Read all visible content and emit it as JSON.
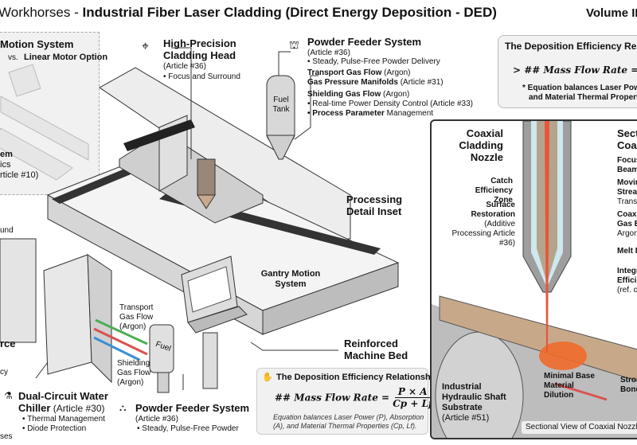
{
  "header": {
    "title_prefix": "Workhorses - ",
    "title_main": "Industrial Fiber Laser Cladding (Direct Energy Deposition - DED)",
    "volume": "Volume II:"
  },
  "left_inset": {
    "title": "Motion System",
    "vs": "vs.",
    "option": "Linear Motor Option",
    "frag1": "em",
    "frag2": "ics",
    "frag3": "rticle #10)"
  },
  "cladding_head": {
    "title_line1": "High-Precision",
    "title_line2": "Cladding Head",
    "article": "(Article #36)",
    "bullet": "• Focus and Surround"
  },
  "powder_feeder_top": {
    "title": "Powder Feeder System",
    "article": "(Article #36)",
    "bullet": "• Steady, Pulse-Free Powder Delivery",
    "transport_bold": "Transport Gas Flow",
    "transport_rest": " (Argon)",
    "manifold_bold": "Gas Pressure Manifolds",
    "manifold_rest": " (Article #31)",
    "shield_bold": "Shielding Gas Flow",
    "shield_rest": " (Argon)",
    "bullet2": "• Real-time Power Density Control (Article #33)",
    "bullet3_bold": "• Process Parameter",
    "bullet3_rest": " Management"
  },
  "fuel_tank": {
    "line1": "Fuel",
    "line2": "Tank"
  },
  "formula_box_top": {
    "title": "The Deposition Efficiency Relati",
    "formula": "> ## Mass Flow Rate = ",
    "note1": "* Equation balances Laser Power",
    "note2": "and Material Thermal Propertie"
  },
  "machine_labels": {
    "processing_inset": "Processing Detail Inset",
    "gantry": "Gantry Motion System",
    "bed_line1": "Reinforced",
    "bed_line2": "Machine Bed"
  },
  "left_fragments": {
    "a": "und",
    "b": "rce",
    "c": "cy",
    "d": "ses"
  },
  "gas_labels": {
    "transport": "Transport Gas Flow (Argon)",
    "shielding": "Shielding Gas Flow (Argon)"
  },
  "chiller": {
    "title_line1": "Dual-Circuit Water",
    "title_bold2": "Chiller",
    "article": " (Article #30)",
    "bullet1": "• Thermal Management",
    "bullet2": "• Diode Protection"
  },
  "powder_feeder_bottom": {
    "title": "Powder Feeder System",
    "article": "(Article #36)",
    "bullet": "• Steady, Pulse-Free Powder",
    "hopper_label": "Fuel"
  },
  "equation_box": {
    "title": "The Deposition Efficiency Relationship",
    "lhs": "## Mass Flow Rate = ",
    "num": "P × A",
    "den": "Cp + Lf",
    "caption": "Equation balances Laser Power (P), Absorption (A), and Material Thermal Properties (Cp, Lf)."
  },
  "inset": {
    "nozzle": "Coaxial Cladding Nozzle",
    "catch": "Catch Efficiency Zone",
    "surface_bold": "Surface Restoration",
    "surface_rest": "(Additive Processing Article #36)",
    "section": "Secti Coax",
    "focus": "Focuse Beam",
    "moving_bold": "Movin Stream",
    "moving_rest": "Transp",
    "coaxial_bold": "Coaxia Gas Er",
    "coaxial_rest": "Argon,",
    "melt": "Melt P",
    "integ_bold": "Integra Efficie",
    "integ_rest": "(ref. ca",
    "dilution": "Minimal Base Material Dilution",
    "strong": "Stron Bond",
    "substrate_bold": "Industrial Hydraulic Shaft Substrate",
    "substrate_rest": "(Article #51)",
    "caption": "Sectional View of Coaxial Nozzle"
  },
  "colors": {
    "laser": "#e8553a",
    "melt": "#f06a2a",
    "gas_green": "#4caf50",
    "gas_red": "#d9534f",
    "gas_blue": "#3a8fd6",
    "panel_gray": "#f1f1f1"
  }
}
